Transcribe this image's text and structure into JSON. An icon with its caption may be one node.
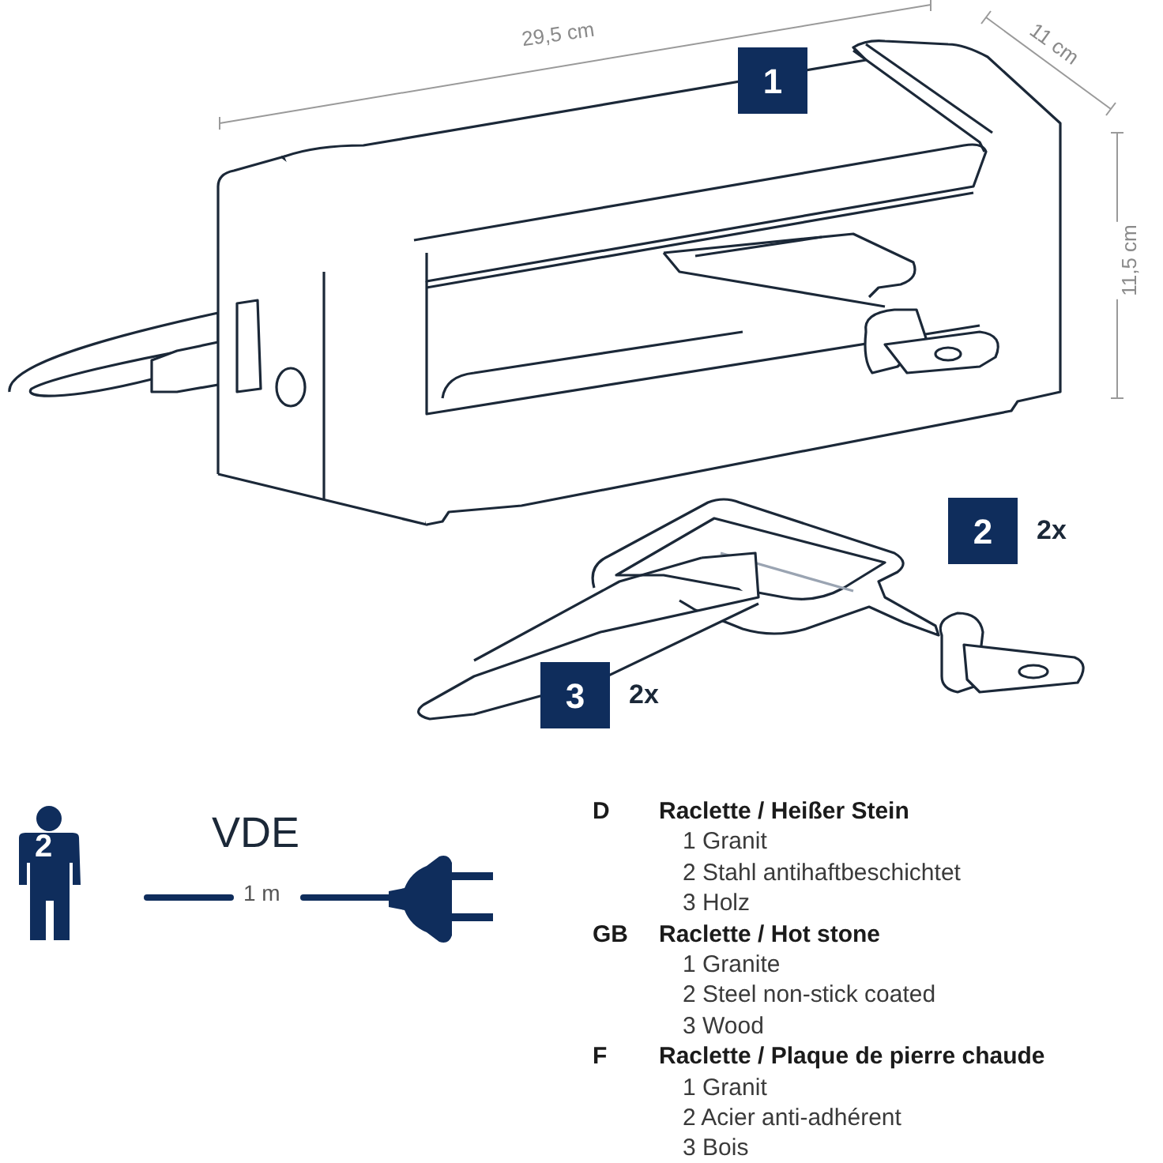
{
  "diagram": {
    "nodes": [
      {
        "text": [
          "1"
        ]
      },
      {
        "text": [
          "2"
        ],
        "beside": [
          "2x"
        ]
      },
      {
        "text": [
          "3"
        ],
        "beside": [
          "2x"
        ]
      }
    ],
    "labels": [
      "29,5 cm",
      "11 cm",
      "11,5 cm",
      "2",
      "VDE",
      "1 m",
      "D",
      "Raclette / Heißer Stein",
      "1 Granit",
      "2 Stahl antihaftbeschichtet",
      "3 Holz",
      "GB",
      "Raclette / Hot stone",
      "1 Granite",
      "2 Steel non-stick coated",
      "3 Wood",
      "F",
      "Raclette / Plaque de pierre chaude",
      "1 Granit",
      "2 Acier anti-adhérent",
      "3 Bois"
    ]
  }
}
